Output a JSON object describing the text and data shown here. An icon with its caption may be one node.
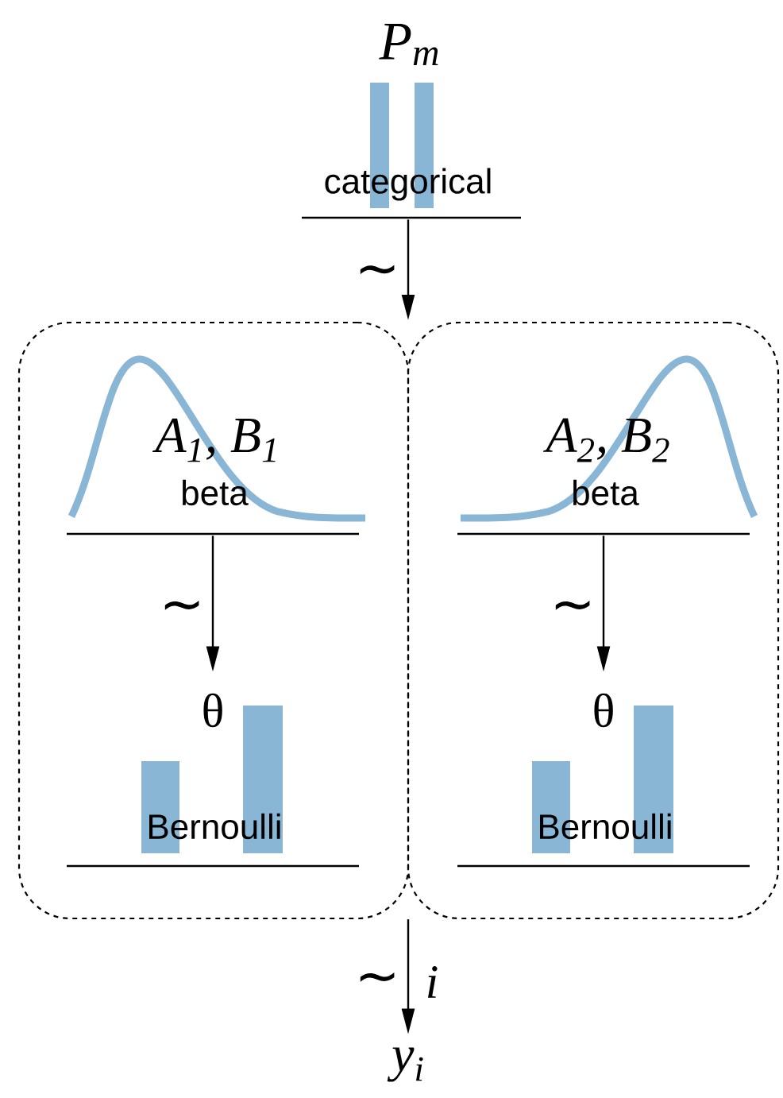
{
  "diagram": {
    "nodes": [
      {
        "text": [
          "P$_{m}$",
          "categorical"
        ]
      },
      {
        "text": [],
        "shape": "box"
      },
      {
        "text": [
          "A$_{1}$, B$_{1}$",
          "beta"
        ],
        "in": 1
      },
      {
        "text": [
          "θ",
          "Bernoulli"
        ],
        "in": 1
      },
      {
        "text": [],
        "shape": "box"
      },
      {
        "text": [
          "A$_{2}$, B$_{2}$",
          "beta"
        ],
        "in": 4
      },
      {
        "text": [
          "θ",
          "Bernoulli"
        ],
        "in": 4
      },
      {
        "text": [
          "y$_{i}$"
        ]
      }
    ],
    "edges": [
      {
        "from": 0,
        "to": 1,
        "arrow": "to",
        "label": "∼"
      },
      {
        "from": 0,
        "to": 4,
        "arrow": "to"
      },
      {
        "from": 2,
        "to": 3,
        "arrow": "to",
        "label": "∼"
      },
      {
        "from": 5,
        "to": 6,
        "arrow": "to",
        "label": "∼"
      },
      {
        "from": 1,
        "to": 7,
        "arrow": "to",
        "label": "∼"
      },
      {
        "from": 4,
        "to": 7,
        "arrow": "to"
      }
    ],
    "labels": [
      "i"
    ]
  }
}
